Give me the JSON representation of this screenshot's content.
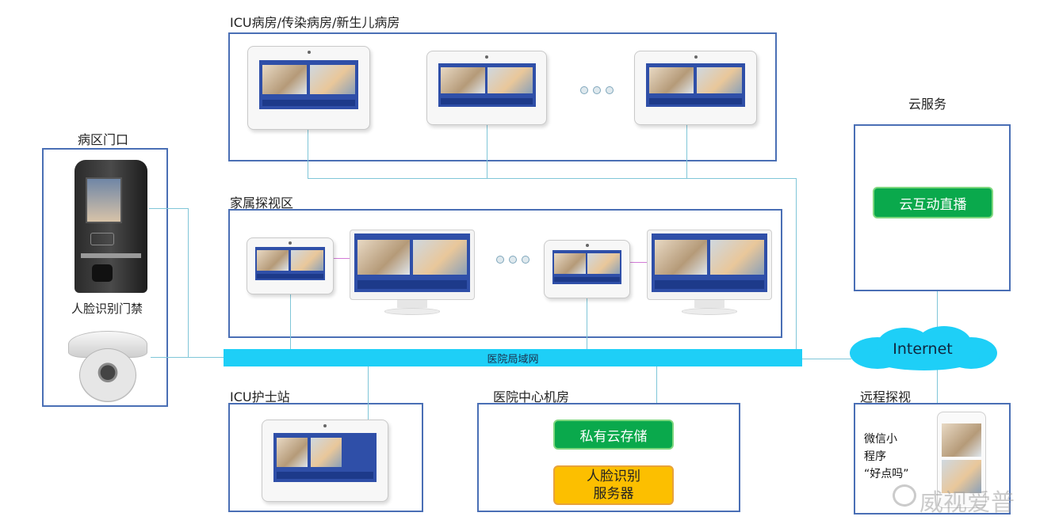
{
  "areas": {
    "icu_ward": "ICU病房/传染病房/新生儿病房",
    "family_visit": "家属探视区",
    "ward_entrance": "病区门口",
    "cloud_service": "云服务",
    "icu_nurse_station": "ICU护士站",
    "hospital_datacenter": "医院中心机房",
    "remote_visit": "远程探视"
  },
  "labels": {
    "face_access": "人脸识别门禁",
    "lan": "医院局域网",
    "internet": "Internet"
  },
  "buttons": {
    "cloud_live": "云互动直播",
    "private_cloud": "私有云存储",
    "face_server_line1": "人脸识别",
    "face_server_line2": "服务器"
  },
  "remote_text": {
    "line1": "微信小",
    "line2": "程序",
    "line3": "“好点吗”"
  },
  "watermark": "威视爱普",
  "colors": {
    "box_border": "#4a6fb5",
    "lan_bar": "#1ecff7",
    "green_button": "#0aa94c",
    "orange_button": "#fcbf00",
    "connector": "#7fc6d8"
  }
}
